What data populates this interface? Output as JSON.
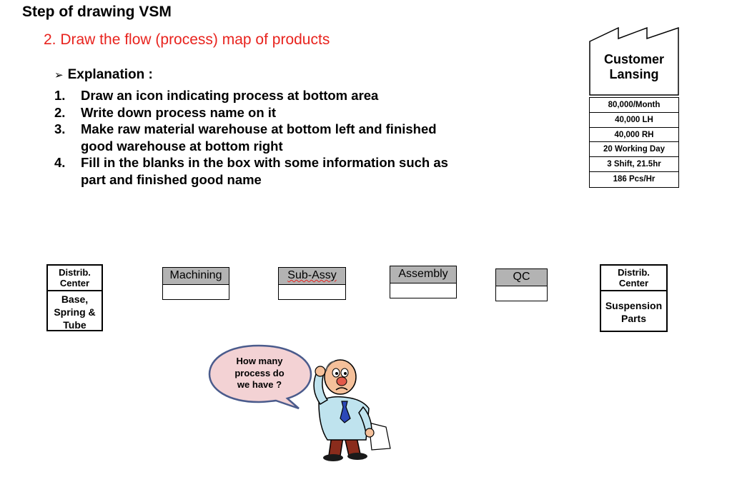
{
  "slide": {
    "heading": "Step of drawing VSM",
    "subheading": "2. Draw the flow (process) map of products",
    "explanation_label": "Explanation :",
    "steps": [
      {
        "num": "1.",
        "text": "Draw an icon indicating process at bottom area"
      },
      {
        "num": "2.",
        "text": "Write down process name on it"
      },
      {
        "num": "3.",
        "text": "Make raw material warehouse at bottom left and finished good warehouse at bottom right"
      },
      {
        "num": "4.",
        "text": "Fill in the blanks in the box with some information such as part and finished good name"
      }
    ]
  },
  "customer": {
    "name_line1": "Customer",
    "name_line2": "Lansing",
    "data_rows": [
      "80,000/Month",
      "40,000 LH",
      "40,000 RH",
      "20 Working Day",
      "3 Shift, 21.5hr",
      "186 Pcs/Hr"
    ]
  },
  "flow": {
    "left_dc": {
      "header_line1": "Distrib.",
      "header_line2": "Center",
      "body_line1": "Base,",
      "body_line2": "Spring &",
      "body_line3": "Tube"
    },
    "processes": [
      "Machining",
      "Sub-Assy",
      "Assembly",
      "QC"
    ],
    "right_dc": {
      "header_line1": "Distrib.",
      "header_line2": "Center",
      "body_line1": "Suspension",
      "body_line2": "Parts"
    }
  },
  "bubble": {
    "line1": "How many",
    "line2": "process do",
    "line3": "we have ?"
  },
  "colors": {
    "subheading": "#e8231e",
    "process_header": "#b3b3b3",
    "bubble_fill": "#f3d2d4",
    "bubble_stroke": "#4a5b8c"
  }
}
